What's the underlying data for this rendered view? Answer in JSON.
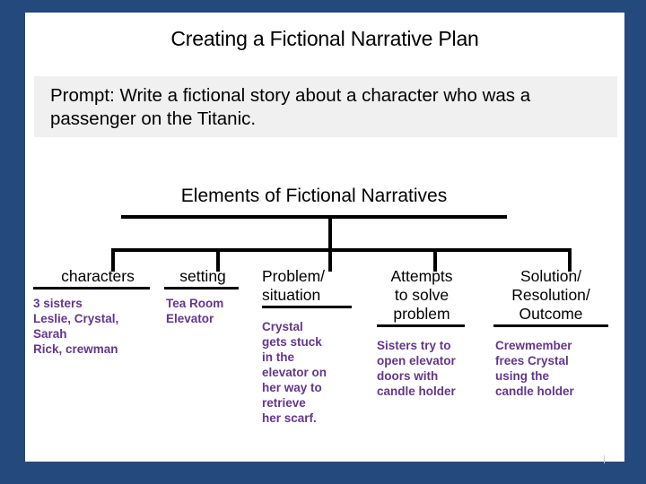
{
  "slide": {
    "title": "Creating a Fictional Narrative Plan",
    "frame_color": "#24497d",
    "canvas_color": "#ffffff"
  },
  "prompt": {
    "text": "Prompt:  Write a fictional story about a character who was a passenger on the Titanic.",
    "background_color": "#f0f0f0",
    "text_color": "#000000"
  },
  "organizer": {
    "root_label": "Elements of Fictional Narratives",
    "heading_color": "#000000",
    "content_color": "#63368c",
    "columns": [
      {
        "id": "characters",
        "heading": "characters",
        "body": "3 sisters\nLeslie, Crystal,\nSarah\nRick, crewman"
      },
      {
        "id": "setting",
        "heading": "setting",
        "body": "Tea Room\nElevator"
      },
      {
        "id": "problem",
        "heading": "Problem/\nsituation",
        "body": "Crystal\ngets stuck\nin the\nelevator on\nher way  to\nretrieve\nher scarf."
      },
      {
        "id": "attempts",
        "heading": "Attempts\nto solve\nproblem",
        "body": "Sisters try to\nopen elevator\ndoors with\ncandle holder"
      },
      {
        "id": "solution",
        "heading": "Solution/\nResolution/\nOutcome",
        "body": "Crewmember\nfrees Crystal\nusing the\ncandle holder"
      }
    ]
  }
}
